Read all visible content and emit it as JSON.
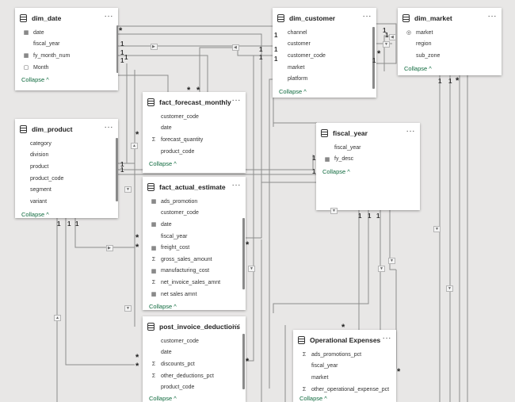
{
  "ui": {
    "collapse_label": "Collapse",
    "more_label": "···",
    "one": "1",
    "many": "*"
  },
  "tables": {
    "dim_date": {
      "title": "dim_date",
      "fields": [
        "date",
        "fiscal_year",
        "fy_month_num",
        "Month"
      ]
    },
    "dim_customer": {
      "title": "dim_customer",
      "fields": [
        "channel",
        "customer",
        "customer_code",
        "market",
        "platform"
      ]
    },
    "dim_market": {
      "title": "dim_market",
      "fields": [
        "market",
        "region",
        "sub_zone"
      ]
    },
    "fact_forecast_monthly": {
      "title": "fact_forecast_monthly",
      "fields": [
        "customer_code",
        "date",
        "forecast_quantity",
        "product_code"
      ]
    },
    "dim_product": {
      "title": "dim_product",
      "fields": [
        "category",
        "division",
        "product",
        "product_code",
        "segment",
        "variant"
      ]
    },
    "fiscal_year": {
      "title": "fiscal_year",
      "fields": [
        "fiscal_year",
        "fy_desc"
      ]
    },
    "fact_actual_estimate": {
      "title": "fact_actual_estimate",
      "fields": [
        "ads_promotion",
        "customer_code",
        "date",
        "fiscal_year",
        "freight_cost",
        "gross_sales_amount",
        "manufacturing_cost",
        "net_invoice_sales_amnt",
        "net sales amnt"
      ]
    },
    "post_invoice_deductions": {
      "title": "post_invoice_deductions",
      "fields": [
        "customer_code",
        "date",
        "discounts_pct",
        "other_deductions_pct",
        "product_code"
      ]
    },
    "operational_expenses": {
      "title": "Operational Expenses",
      "fields": [
        "ads_promotions_pct",
        "fiscal_year",
        "market",
        "other_operational_expense_pct"
      ]
    }
  }
}
